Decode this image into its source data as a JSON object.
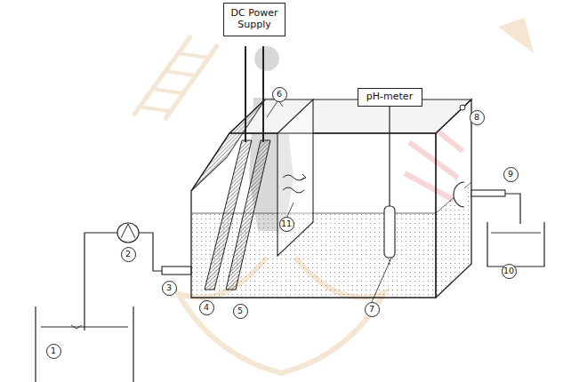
{
  "diagram": {
    "nodes": [
      {
        "text": [
          "DC Power Supply"
        ]
      },
      {
        "text": [
          "pH-meter"
        ]
      }
    ],
    "labels": [
      "1",
      "2",
      "3",
      "4",
      "5",
      "6",
      "7",
      "8",
      "9",
      "10",
      "11"
    ]
  }
}
